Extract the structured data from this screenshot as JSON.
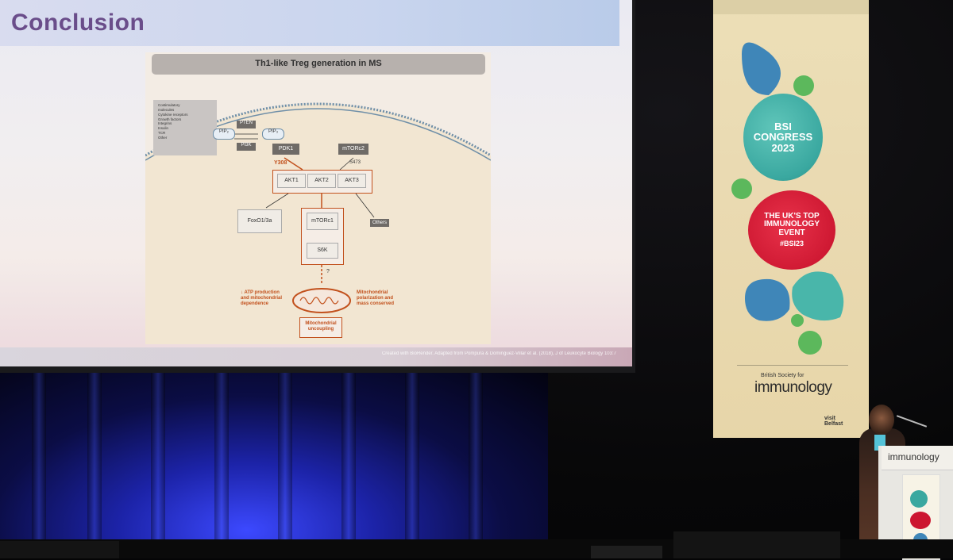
{
  "slide": {
    "title": "Conclusion",
    "figure_title": "Th1-like Treg generation in MS",
    "stimuli_list": [
      "Costimulatory",
      "molecules",
      "Cytokine receptors",
      "Growth factors",
      "Integrins",
      "Insulin",
      "TCR",
      "Other"
    ],
    "labels": {
      "pten": "PTEN",
      "pi3k": "PI3K",
      "pip2": "PIP₂",
      "pip3": "PIP₃",
      "pdk1": "PDK1",
      "mtorc2": "mTORc2",
      "y308": "Y308",
      "s473": "S473",
      "akt1": "AKT1",
      "akt2": "AKT2",
      "akt3": "AKT3",
      "foxo": "FoxO1/3a",
      "mtorc1": "mTORc1",
      "s6k": "S6K",
      "others": "Others",
      "question": "?",
      "atp_line1": "↓ ATP production",
      "atp_line2": "and mitochondrial",
      "atp_line3": "dependence",
      "mito_pol_line1": "Mitochondrial",
      "mito_pol_line2": "polarization and",
      "mito_pol_line3": "mass conserved",
      "uncoupling_line1": "Mitochondrial",
      "uncoupling_line2": "uncoupling"
    },
    "footer": "Created with BioRender. Adapted from Pompura & Dominguez-Villar et al. (2018), J of Leukocyte Biology 103:7"
  },
  "banner": {
    "congress_line1": "BSI",
    "congress_line2": "CONGRESS",
    "congress_line3": "2023",
    "event_line1": "THE UK'S TOP",
    "event_line2": "IMMUNOLOGY",
    "event_line3": "EVENT",
    "hashtag": "#BSI23",
    "society_small": "British Society for",
    "society_big": "immunology",
    "partner_visit": "visit",
    "partner_belfast": "Belfast"
  },
  "podium": {
    "logo": "immunology"
  },
  "colors": {
    "title_purple": "#6a4d8a",
    "pathway_orange": "#c2511d",
    "banner_teal": "#3aa8a0",
    "banner_red": "#cc1630",
    "banner_green": "#5cb85c",
    "curtain_blue": "#2a36e0"
  }
}
